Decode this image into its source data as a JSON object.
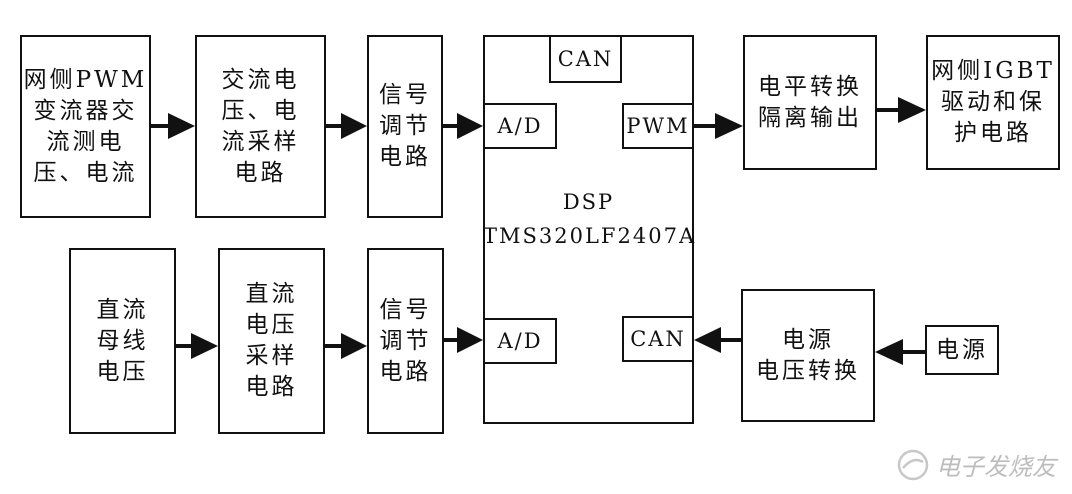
{
  "blocks": {
    "grid_sense": "网侧PWM\n变流器交\n流测电\n压、电流",
    "ac_sampling": "交流电\n压、电\n流采样\n电路",
    "signal_cond_1": "信号\n调节\n电路",
    "dc_bus": "直流\n母线\n电压",
    "dc_sampling": "直流\n电压\n采样\n电路",
    "signal_cond_2": "信号\n调节\n电路",
    "level_shift": "电平转换\n隔离输出",
    "igbt_driver": "网侧IGBT\n驱动和保\n护电路",
    "power_conv": "电源\n电压转换",
    "power_src": "电源"
  },
  "dsp": {
    "label": "DSP",
    "model": "TMS320LF2407A",
    "can_top": "CAN",
    "ad_1": "A/D",
    "pwm": "PWM",
    "ad_2": "A/D",
    "can_bottom": "CAN"
  },
  "watermark": "电子发烧友"
}
